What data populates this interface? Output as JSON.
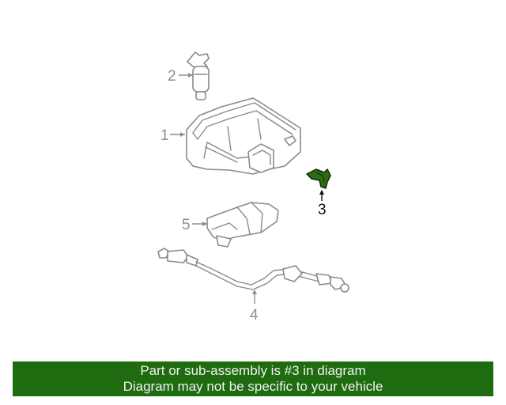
{
  "diagram": {
    "callouts": [
      {
        "number": "2"
      },
      {
        "number": "1"
      },
      {
        "number": "3"
      },
      {
        "number": "5"
      },
      {
        "number": "4"
      }
    ],
    "highlighted_part": "3",
    "highlight_color": "#2e6b16"
  },
  "banner": {
    "line1": "Part or sub-assembly is #3 in diagram",
    "line2": "Diagram may not be specific to your vehicle",
    "background_color": "#1e6b10"
  }
}
